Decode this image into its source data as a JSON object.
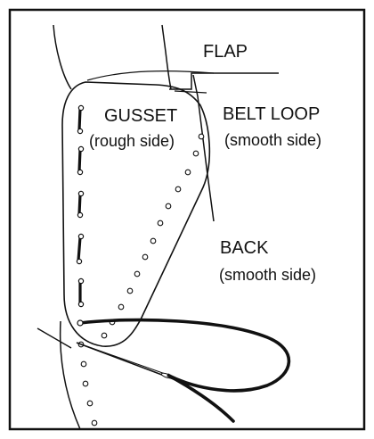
{
  "labels": {
    "flap": "FLAP",
    "gusset": "GUSSET",
    "gusset_side": "(rough side)",
    "belt_loop": "BELT LOOP",
    "belt_loop_side": "(smooth side)",
    "back": "BACK",
    "back_side": "(smooth side)"
  },
  "colors": {
    "stroke": "#111111",
    "background": "#ffffff"
  }
}
